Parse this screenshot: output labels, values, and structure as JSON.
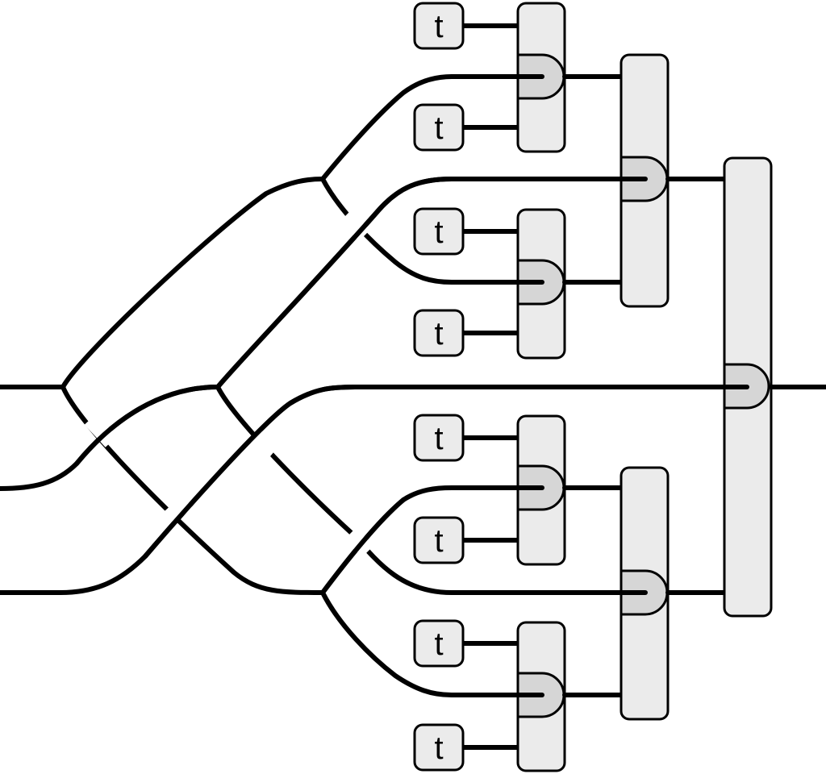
{
  "diagram": {
    "terminal_label": "t",
    "terminals": [
      "t",
      "t",
      "t",
      "t",
      "t",
      "t",
      "t",
      "t"
    ],
    "colors": {
      "wire": "#000000",
      "box_fill": "#ebebeb",
      "node_shade": "#d6d6d6",
      "terminal_fill": "#ebebeb",
      "background": "#ffffff"
    }
  }
}
